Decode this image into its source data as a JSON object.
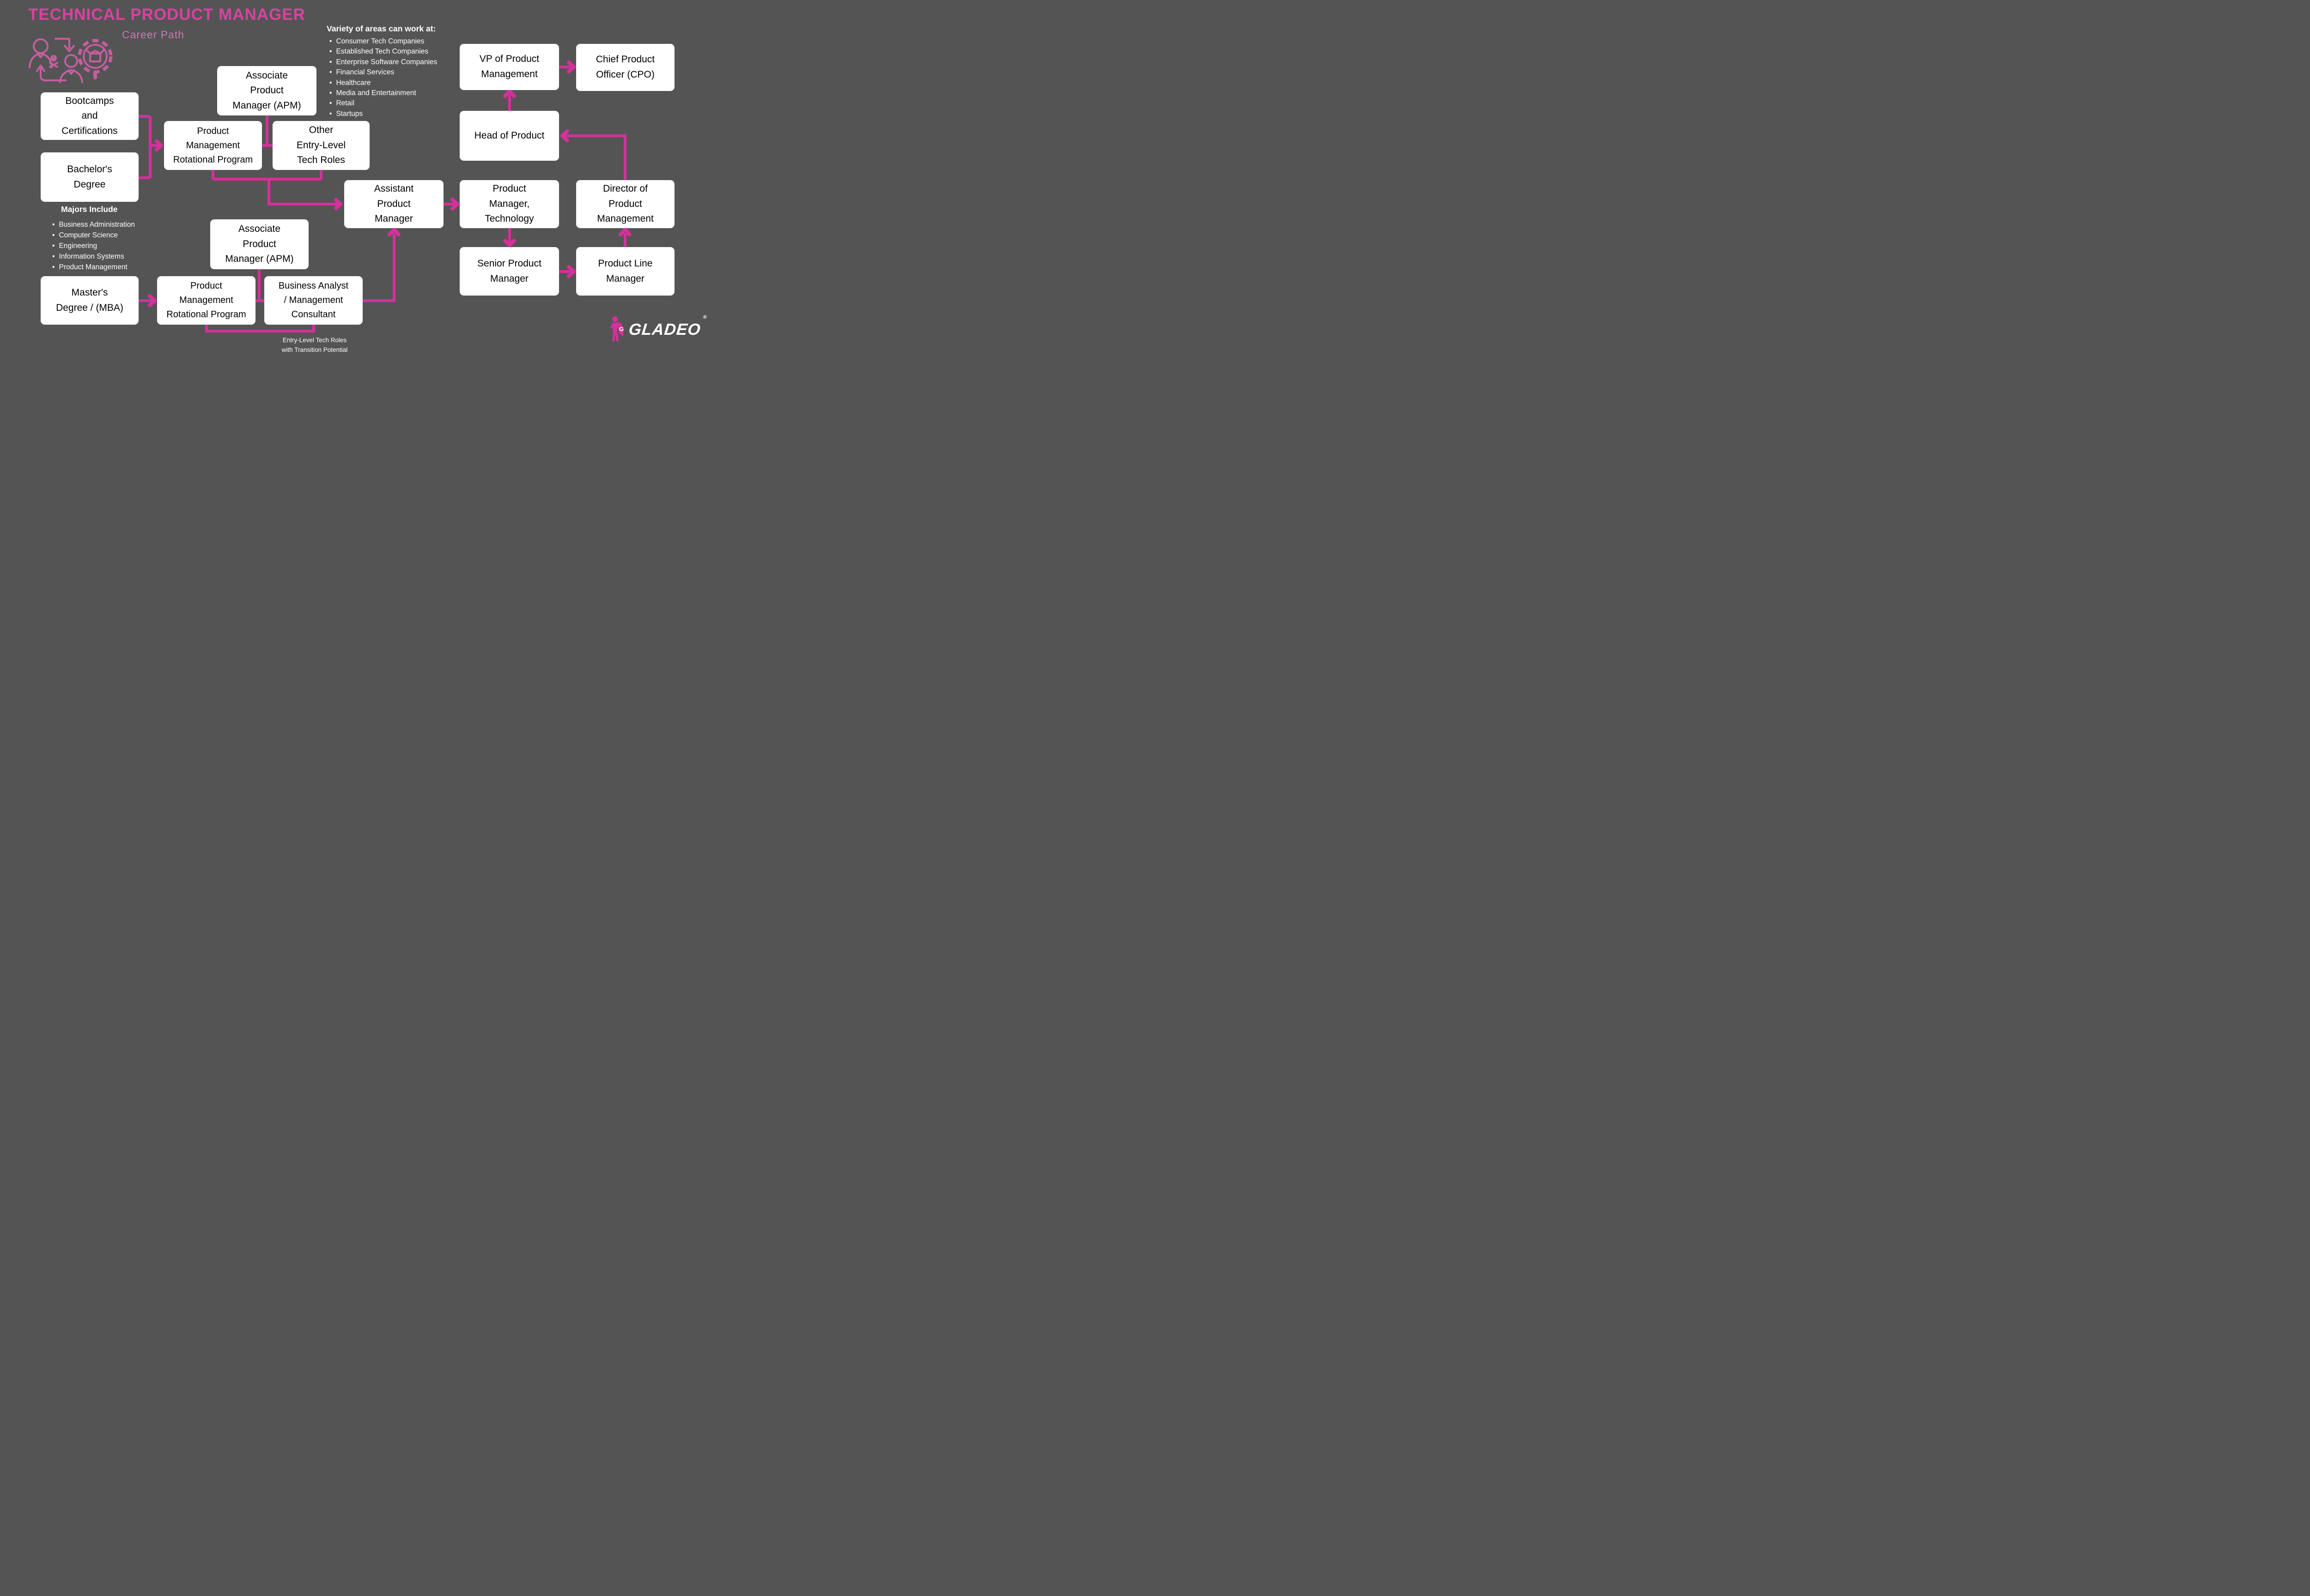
{
  "colors": {
    "background": "#545454",
    "accent": "#d5309b",
    "accent_soft": "#c45f9f",
    "title": "#d743a1",
    "subtitle": "#c87ab6",
    "box_bg": "#ffffff",
    "box_text": "#000000",
    "text_light": "#ffffff"
  },
  "header": {
    "title": "TECHNICAL PRODUCT MANAGER",
    "subtitle": "Career Path"
  },
  "work_areas": {
    "heading": "Variety of areas can work at:",
    "items": [
      "Consumer Tech Companies",
      "Established Tech Companies",
      "Enterprise Software Companies",
      "Financial Services",
      "Healthcare",
      "Media and Entertainment",
      "Retail",
      "Startups"
    ]
  },
  "majors": {
    "heading": "Majors Include",
    "items": [
      "Business Administration",
      "Computer Science",
      "Engineering",
      "Information Systems",
      "Product Management"
    ]
  },
  "nodes": {
    "bootcamps": "Bootcamps\nand\nCertifications",
    "bachelors": "Bachelor's\nDegree",
    "apm_top": "Associate\nProduct\nManager (APM)",
    "rotational_top": "Product\nManagement\nRotational Program",
    "other_entry": "Other\nEntry-Level\nTech Roles",
    "assistant_pm": "Assistant\nProduct\nManager",
    "pm_tech": "Product\nManager,\nTechnology",
    "director": "Director of\nProduct\nManagement",
    "vp": "VP of Product\nManagement",
    "cpo": "Chief Product\nOfficer (CPO)",
    "head": "Head of Product",
    "senior": "Senior Product\nManager",
    "product_line": "Product Line\nManager",
    "masters": "Master's\nDegree / (MBA)",
    "rotational_bottom": "Product\nManagement\nRotational Program",
    "business_analyst": "Business Analyst\n/ Management\nConsultant",
    "apm_bottom": "Associate\nProduct\nManager (APM)"
  },
  "caption": "Entry-Level Tech Roles\nwith Transition Potential",
  "logo": {
    "brand": "GLADEO",
    "registered": "®"
  }
}
